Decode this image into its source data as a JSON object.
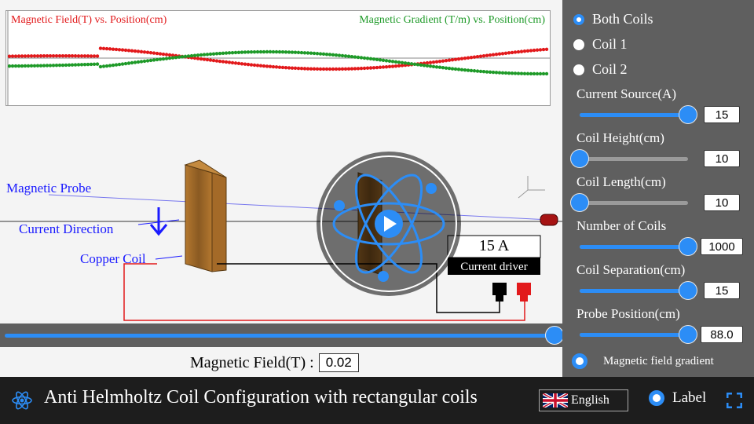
{
  "graph": {
    "field_label": "Magnetic Field(T) vs. Position(cm)",
    "gradient_label": "Magnetic Gradient (T/m) vs. Position(cm)",
    "field_color": "#e2191b",
    "gradient_color": "#1e9a28"
  },
  "scene": {
    "probe_label": "Magnetic Probe",
    "current_label": "Current Direction",
    "coil_label": "Copper Coil",
    "driver_value": "15 A",
    "driver_label": "Current driver"
  },
  "panel": {
    "modes": [
      {
        "label": "Both Coils",
        "selected": true
      },
      {
        "label": "Coil 1",
        "selected": false
      },
      {
        "label": "Coil 2",
        "selected": false
      }
    ],
    "controls": [
      {
        "label": "Current Source(A)",
        "value": "15",
        "fraction": 1.0
      },
      {
        "label": "Coil Height(cm)",
        "value": "10",
        "fraction": 0.0
      },
      {
        "label": "Coil Length(cm)",
        "value": "10",
        "fraction": 0.0
      },
      {
        "label": "Number of Coils",
        "value": "1000",
        "fraction": 1.0
      },
      {
        "label": "Coil Separation(cm)",
        "value": "15",
        "fraction": 1.0
      },
      {
        "label": "Probe Position(cm)",
        "value": "88.0",
        "fraction": 1.0
      }
    ],
    "gradient_toggle": "Magnetic field gradient"
  },
  "position_slider": {
    "fraction": 1.0
  },
  "readout": {
    "label": "Magnetic Field(T) :",
    "value": "0.02"
  },
  "footer": {
    "title": "Anti Helmholtz Coil Configuration with rectangular coils",
    "language": "English",
    "label_toggle": "Label"
  },
  "accent": "#2c8df6"
}
